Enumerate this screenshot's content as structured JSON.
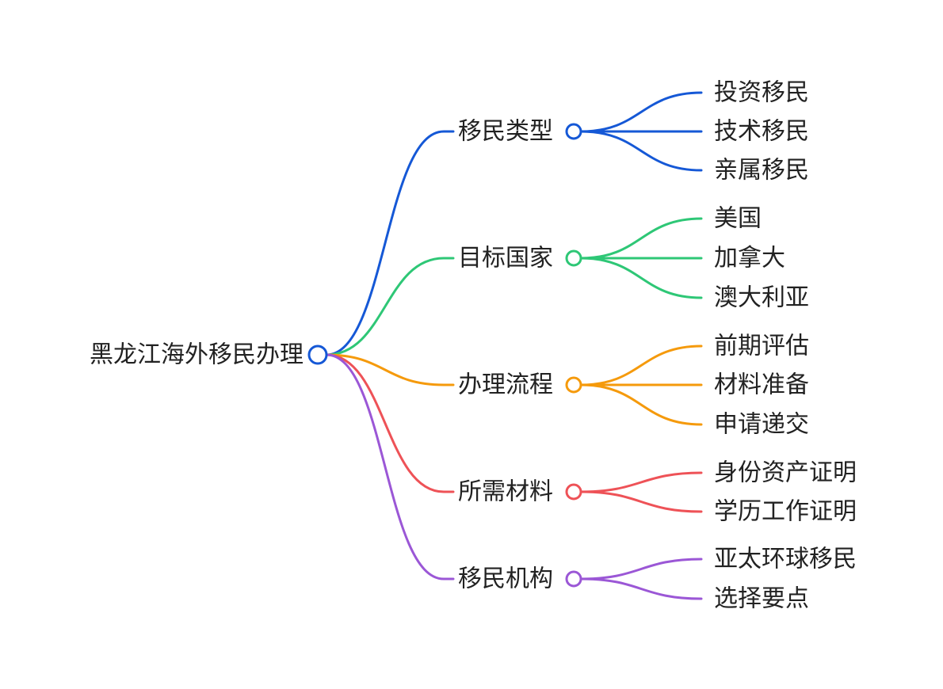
{
  "root": {
    "label": "黑龙江海外移民办理",
    "color": "#1558d6"
  },
  "branches": [
    {
      "label": "移民类型",
      "color": "#1558d6",
      "children": [
        "投资移民",
        "技术移民",
        "亲属移民"
      ]
    },
    {
      "label": "目标国家",
      "color": "#2ec776",
      "children": [
        "美国",
        "加拿大",
        "澳大利亚"
      ]
    },
    {
      "label": "办理流程",
      "color": "#f59a0c",
      "children": [
        "前期评估",
        "材料准备",
        "申请递交"
      ]
    },
    {
      "label": "所需材料",
      "color": "#ee5257",
      "children": [
        "身份资产证明",
        "学历工作证明"
      ]
    },
    {
      "label": "移民机构",
      "color": "#9b57d6",
      "children": [
        "亚太环球移民",
        "选择要点"
      ]
    }
  ]
}
